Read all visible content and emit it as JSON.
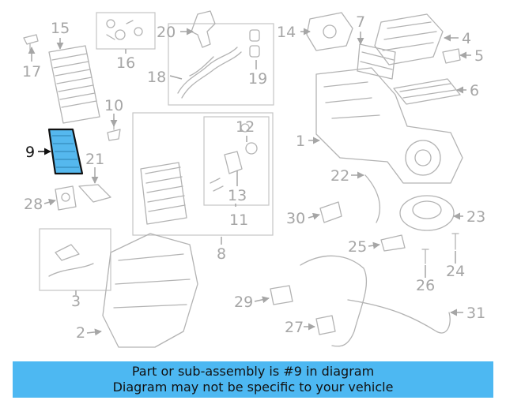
{
  "colors": {
    "banner_bg": "#4db8f2",
    "highlight_fill": "#55b8ee",
    "highlight_stroke": "#111111",
    "label_gray": "#a6a6a6",
    "part_stroke": "#b3b3b3"
  },
  "callouts": {
    "c1": "1",
    "c2": "2",
    "c3": "3",
    "c4": "4",
    "c5": "5",
    "c6": "6",
    "c7": "7",
    "c8": "8",
    "c9": "9",
    "c10": "10",
    "c11": "11",
    "c12": "12",
    "c13": "13",
    "c14": "14",
    "c15": "15",
    "c16": "16",
    "c17": "17",
    "c18": "18",
    "c19": "19",
    "c20": "20",
    "c21": "21",
    "c22": "22",
    "c23": "23",
    "c24": "24",
    "c25": "25",
    "c26": "26",
    "c27": "27",
    "c28": "28",
    "c29": "29",
    "c30": "30",
    "c31": "31"
  },
  "banner": {
    "line1": "Part or sub-assembly is #9 in diagram",
    "line2": "Diagram may not be specific to your vehicle"
  }
}
